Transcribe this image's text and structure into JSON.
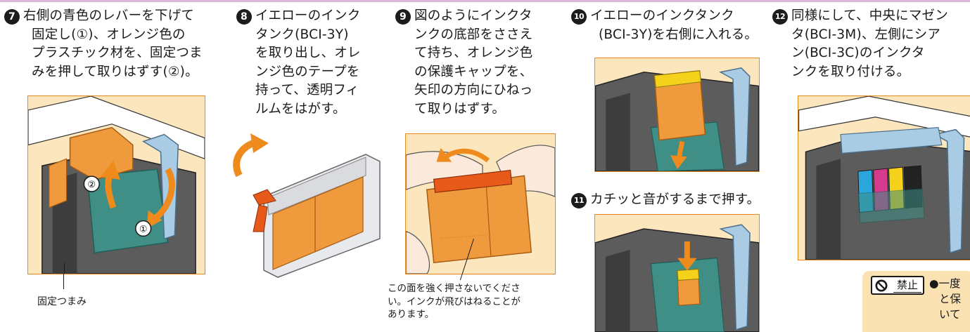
{
  "steps": [
    {
      "number": "7",
      "lines": [
        "右側の青色のレバーを下げて",
        "固定し(①)、オレンジ色の",
        "プラスチック材を、固定つま",
        "みを押して取りはずす(②)。"
      ],
      "callouts": [
        "①",
        "②"
      ]
    },
    {
      "number": "8",
      "lines": [
        "イエローのインク",
        "タンク(BCI-3Y)",
        "を取り出し、オレ",
        "ンジ色のテープを",
        "持って、透明フィ",
        "ルムをはがす。"
      ]
    },
    {
      "number": "9",
      "lines": [
        "図のようにインクタ",
        "ンクの底部をささえ",
        "て持ち、オレンジ色",
        "の保護キャップを、",
        "矢印の方向にひねっ",
        "て取りはずす。"
      ]
    },
    {
      "number": "10",
      "lines": [
        "イエローのインクタンク",
        "(BCI-3Y)を右側に入れる。"
      ]
    },
    {
      "number": "11",
      "lines": [
        "カチッと音がするまで押す。"
      ]
    },
    {
      "number": "12",
      "lines": [
        "同様にして、中央にマゼン",
        "タ(BCI-3M)、左側にシア",
        "ン(BCI-3C)のインクタ",
        "ンクを取り付ける。"
      ]
    }
  ],
  "captions": {
    "fixing_knob": "固定つまみ",
    "press_warning": [
      "この面を強く押さないでくださ",
      "い。インクが飛びはねることが",
      "あります。"
    ]
  },
  "prohibition": {
    "badge_label": "禁止",
    "text_lines": [
      "●一度",
      "と保",
      "いて"
    ]
  },
  "colors": {
    "accent_orange": "#e48a1f",
    "panel_background": "#fbe6bd",
    "lever_blue": "#a9cbe4",
    "cyan": "#2aa6dc",
    "magenta": "#d63a8c",
    "yellow": "#f4d21c",
    "black_ink": "#222222",
    "top_rule": "#d9b8dc"
  }
}
